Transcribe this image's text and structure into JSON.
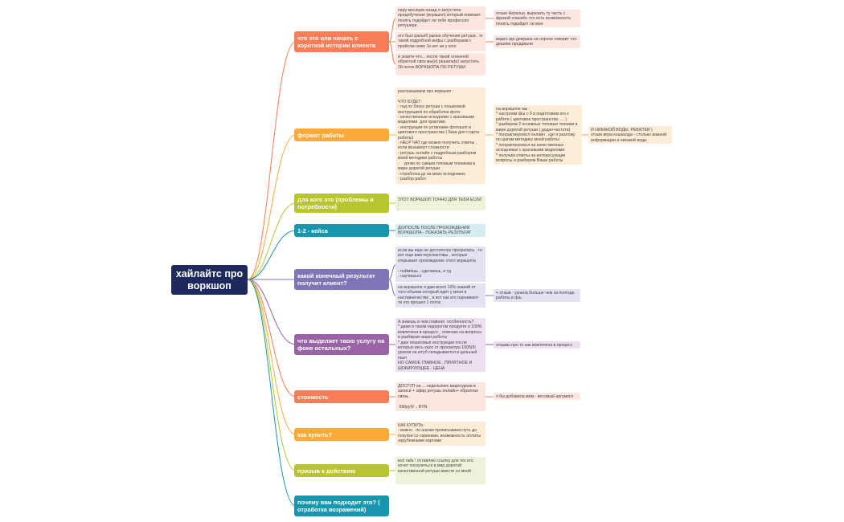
{
  "colors": {
    "root": "#1e2a5e",
    "orange": "#f97d56",
    "yellow": "#fbaa3a",
    "olive": "#b6c530",
    "teal": "#1796b0",
    "purple": "#7e76b6",
    "violet": "#9a63a8",
    "leaf_orange": "#fde5e0",
    "leaf_yellow": "#fdecd6",
    "leaf_olive": "#eef2d8",
    "leaf_teal": "#d5ecf1",
    "leaf_purple": "#e4e2f0",
    "leaf_violet": "#ebdff0"
  },
  "root": {
    "label": "хайлайтс про воркшоп"
  },
  "branches": [
    {
      "label": "что это или начать с короткой истории клиента"
    },
    {
      "label": "формат работы"
    },
    {
      "label": "для кого это (проблемы и потребности)"
    },
    {
      "label": "1-2 - кейса"
    },
    {
      "label": "какой конечный результат получит клиент?"
    },
    {
      "label": "что выделяет твою услугу на фоне остальных?"
    },
    {
      "label": "стоимость"
    },
    {
      "label": "как купить?"
    },
    {
      "label": "призыв к действию"
    },
    {
      "label": "почему вам подходит это? ( отработка возражений)"
    }
  ],
  "leaves": {
    "story_1": "пару месяцев назад я запустила предобучение (воркшоп) который поможет понять подойдет ли тебе профессия ретушера",
    "story_1_note": "отзыв Натальи. вырезать ту часть с фразой спасибо что есть возможность понять подойдет ли мне",
    "story_2": "это был разъеб рынка обучения ретуши , тк такой подробной инфы с разборами с прайсом ниже 1к нет ни у кого",
    "story_2_note": "видео где девушка на опросе говорит что дешево продавали",
    "story_3": "и знаете что... после такой огненной обратной связ мы(я) решила(и) запустить 2й поток ВОРКШОПА ПО РЕТУШИ",
    "format_main": "рассказываем про воркшоп :\n\nЧТО БУДЕТ:\n- гид по блоку ретуши с пошаговой инструкцией по обработке фото\n- качественные исходники с красивыми моделями  для практики\n- инструкции по установке фотошоп и цветового пространства ( база для старта работы)\n- HELP ЧАТ где можно получить ответы , если возникнут сложности\n- ретушь онлайн с подробным разбором моей методики работы\n-    уроки по самым топовым техникам в мире дорогой ретуши\n- отработка дз на моих исходниках\n- разбор работ",
    "format_mid": "на воркшопе мы :\n* настроим фш с 0 и подготовим его к работе ( цветовое пространство .... )\n* разберем 2 основных топовые техники в мире дорогой ретуши ( додж+частота)\n* попрактикуемся онлайн , где я разложу по шагам методику моей работы\n* попрактикуемся на качественных исходниках с красивыми моделями\n* получим ответы на интересующие вопросы и разберем Ваши работы",
    "format_note": "И НИКАКОЙ ВОДЫ. РЕБЯТКИ )\nотзыв вера кошкалда - столько важной информации и никакой воды",
    "audience": "ЭТОТ ВОРКШОП ТОЧНО ДЛЯ ТЕБЯ ЕСЛИ :\n-",
    "cases": "ДО/ПОСЛЕ ПОСЛЕ ПРОХОЖДЕНИЯ ВОРКШОПА - ПОКАЗАТЬ РЕЗУЛЬТАТ",
    "result_1": "если вы еще не достаточно прогрелись , то вот еще вам перспективы , которые открывает прохождение этого воркшопа\n\n- поймёшь , сделаешь, и тд\n- научишься",
    "result_2": "на воркшопе я дам всего 10% знаний от того объема который идёт у меня в наставничестве , и вот как его оценивают те кто прошел 1 поток",
    "result_2_note": "+ отзыв - узнала больше чем за полгода работы в фш",
    "unique": "А знаешь в чем главная  особенность?\n* даже в таком недорогом продукте я 100% вовлечена в процесс , отвечаю на вопросы и разбираю ваши работы\n* даю пошаговые инструкции после которых весь хаос от просмотра 100500 уроков на ютуб складывается в цельный пазл\nНО САМОЕ ГЛАВНОЕ , ПРИЯТНОЕ И ШОКИРУЮЩЕЕ - ЦЕНА",
    "unique_note": "отзывы про то как вовлечена в процесс",
    "price": "ДОСТУП на ... недель/мес видеоуроки в записи + эфир ретушь онлайн+ обратная связь\n\n 590руб/ .. BYN",
    "price_note": "я бы добавила мем - весомый аргумент",
    "buy": "КАК КУПИТЬ:\n- важно   по шагам прописываем путь до покупки со скринами, возможность оплаты зарубежными картами",
    "cta": "всё гайз ! оставляю ссылку для тех кто хочет погрузиться в мир дорогой качественной ретуши вместе со мной"
  }
}
